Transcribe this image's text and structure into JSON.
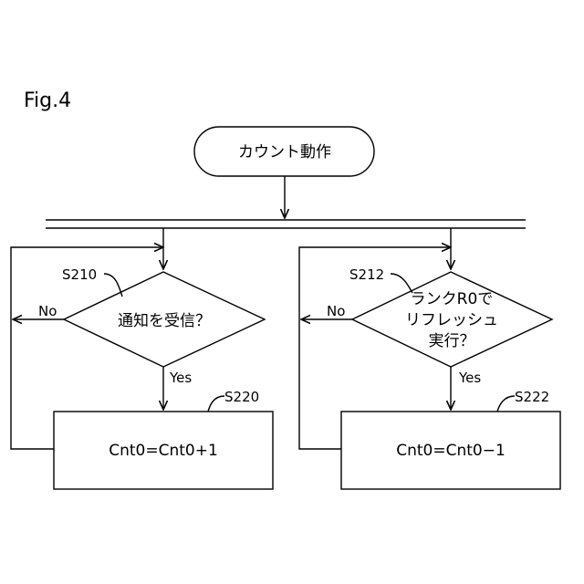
{
  "figure_label": "Fig.4",
  "start": {
    "text": "カウント動作"
  },
  "left_branch": {
    "decision_step": "S210",
    "decision_text": "通知を受信？",
    "no_label": "No",
    "yes_label": "Yes",
    "process_step": "S220",
    "process_text": "Cnt0=Cnt0+1"
  },
  "right_branch": {
    "decision_step": "S212",
    "decision_lines": [
      "ランクR0で",
      "リフレッシュ",
      "実行？"
    ],
    "no_label": "No",
    "yes_label": "Yes",
    "process_step": "S222",
    "process_text": "Cnt0=Cnt0−1"
  }
}
